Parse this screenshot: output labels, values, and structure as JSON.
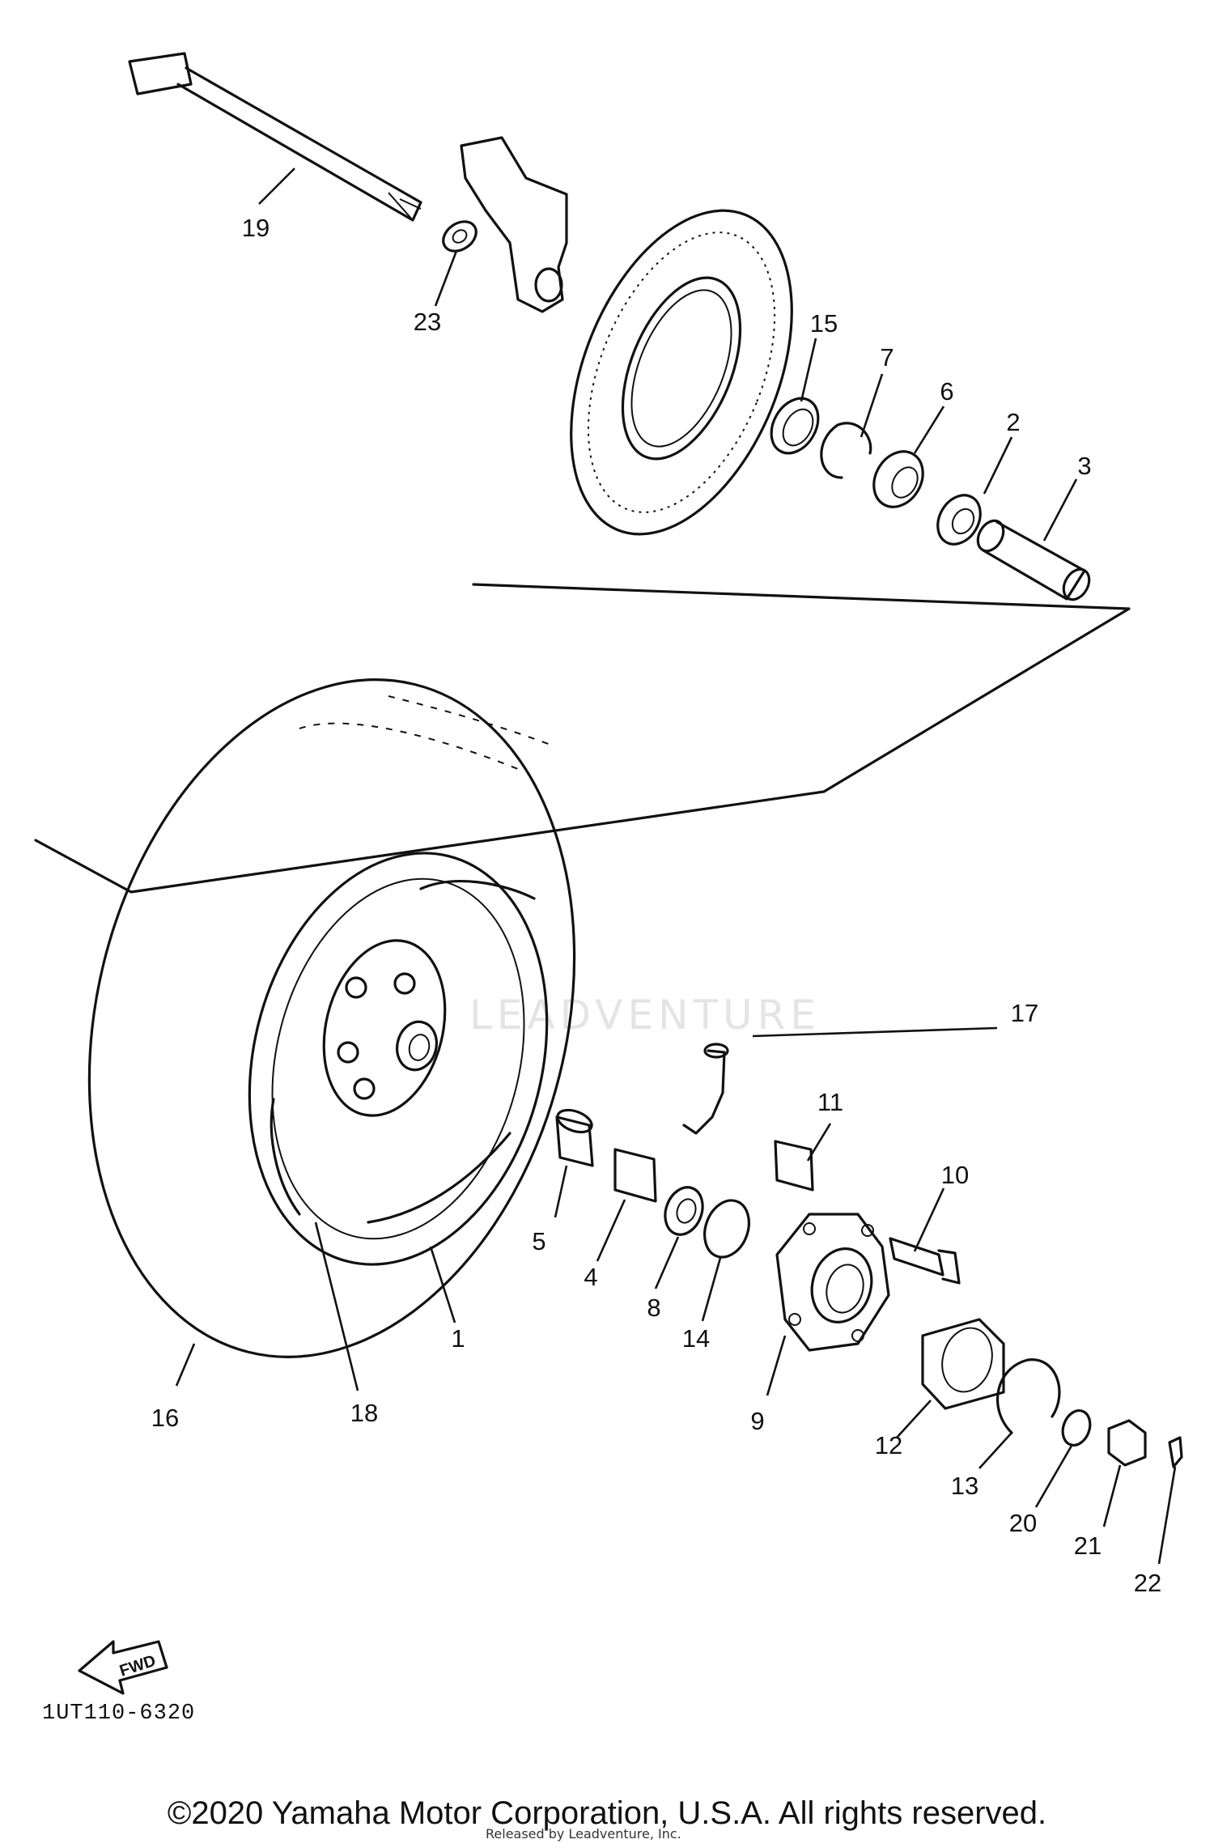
{
  "callouts": [
    {
      "id": "c19",
      "label": "19"
    },
    {
      "id": "c23",
      "label": "23"
    },
    {
      "id": "c15",
      "label": "15"
    },
    {
      "id": "c7",
      "label": "7"
    },
    {
      "id": "c6",
      "label": "6"
    },
    {
      "id": "c2",
      "label": "2"
    },
    {
      "id": "c3",
      "label": "3"
    },
    {
      "id": "c17",
      "label": "17"
    },
    {
      "id": "c11",
      "label": "11"
    },
    {
      "id": "c10",
      "label": "10"
    },
    {
      "id": "c5",
      "label": "5"
    },
    {
      "id": "c4",
      "label": "4"
    },
    {
      "id": "c8",
      "label": "8"
    },
    {
      "id": "c14",
      "label": "14"
    },
    {
      "id": "c1",
      "label": "1"
    },
    {
      "id": "c9",
      "label": "9"
    },
    {
      "id": "c16",
      "label": "16"
    },
    {
      "id": "c18",
      "label": "18"
    },
    {
      "id": "c12",
      "label": "12"
    },
    {
      "id": "c13",
      "label": "13"
    },
    {
      "id": "c20",
      "label": "20"
    },
    {
      "id": "c21",
      "label": "21"
    },
    {
      "id": "c22",
      "label": "22"
    }
  ],
  "fwd_label": "FWD",
  "diagram_code": "1UT110-6320",
  "copyright": "©2020 Yamaha Motor Corporation, U.S.A. All rights reserved.",
  "byline": "Released by Leadventure, Inc.",
  "watermark": "LEADVENTURE"
}
